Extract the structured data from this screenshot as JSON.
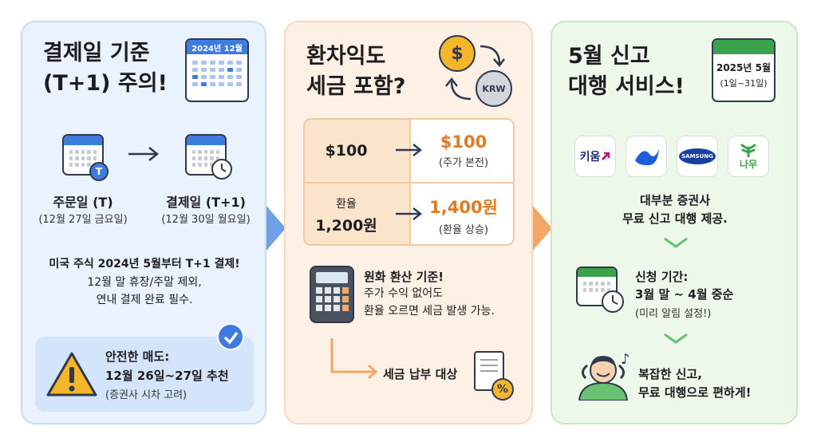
{
  "panel1": {
    "title_line1": "결제일 기준",
    "title_line2": "(T+1) 주의!",
    "calendar_header": "2024년 12월",
    "order_label": "주문일 (T)",
    "order_date": "(12월 27일 금요일)",
    "settle_label": "결제일 (T+1)",
    "settle_date": "(12월 30일 월요일)",
    "badge_T": "T",
    "note_bold": "미국 주식 2024년 5월부터 T+1 결제!",
    "note_line2": "12월 말 휴장/주말 제외,",
    "note_line3": "연내 결제 완료 필수.",
    "safe_title": "안전한 매도:",
    "safe_date": "12월 26일~27일 추천",
    "safe_note": "(증권사 시차 고려)"
  },
  "panel2": {
    "title_line1": "환차익도",
    "title_line2": "세금 포함?",
    "coin_symbol": "$",
    "coin_krw": "KRW",
    "row1_left": "$100",
    "row1_right": "$100",
    "row1_right_sub": "(주가 본전)",
    "row2_left_line1": "환율",
    "row2_left_line2": "1,200원",
    "row2_right": "1,400원",
    "row2_right_sub": "(환율 상승)",
    "calc_title": "원화 환산 기준!",
    "calc_line2": "주가 수익 없어도",
    "calc_line3": "환율 오르면 세금 발생 가능.",
    "tax_label": "세금 납부 대상",
    "tax_symbol": "%"
  },
  "panel3": {
    "title_line1": "5월 신고",
    "title_line2": "대행 서비스!",
    "calendar_line1": "2025년 5월",
    "calendar_line2": "(1일~31일)",
    "logos": [
      "키움",
      "",
      "SAMSUNG",
      "나무"
    ],
    "broker_line1": "대부분 증권사",
    "broker_line2": "무료 신고 대행 제공.",
    "apply_title": "신청 기간:",
    "apply_period": "3월 말 ~ 4월 중순",
    "apply_note": "(미리 알림 설정!)",
    "final_line1": "복잡한 신고,",
    "final_line2": "무료 대행으로 편하게!"
  },
  "colors": {
    "blue_accent": "#3f7be0",
    "orange_accent": "#e07b24",
    "green_accent": "#3aa24a"
  }
}
